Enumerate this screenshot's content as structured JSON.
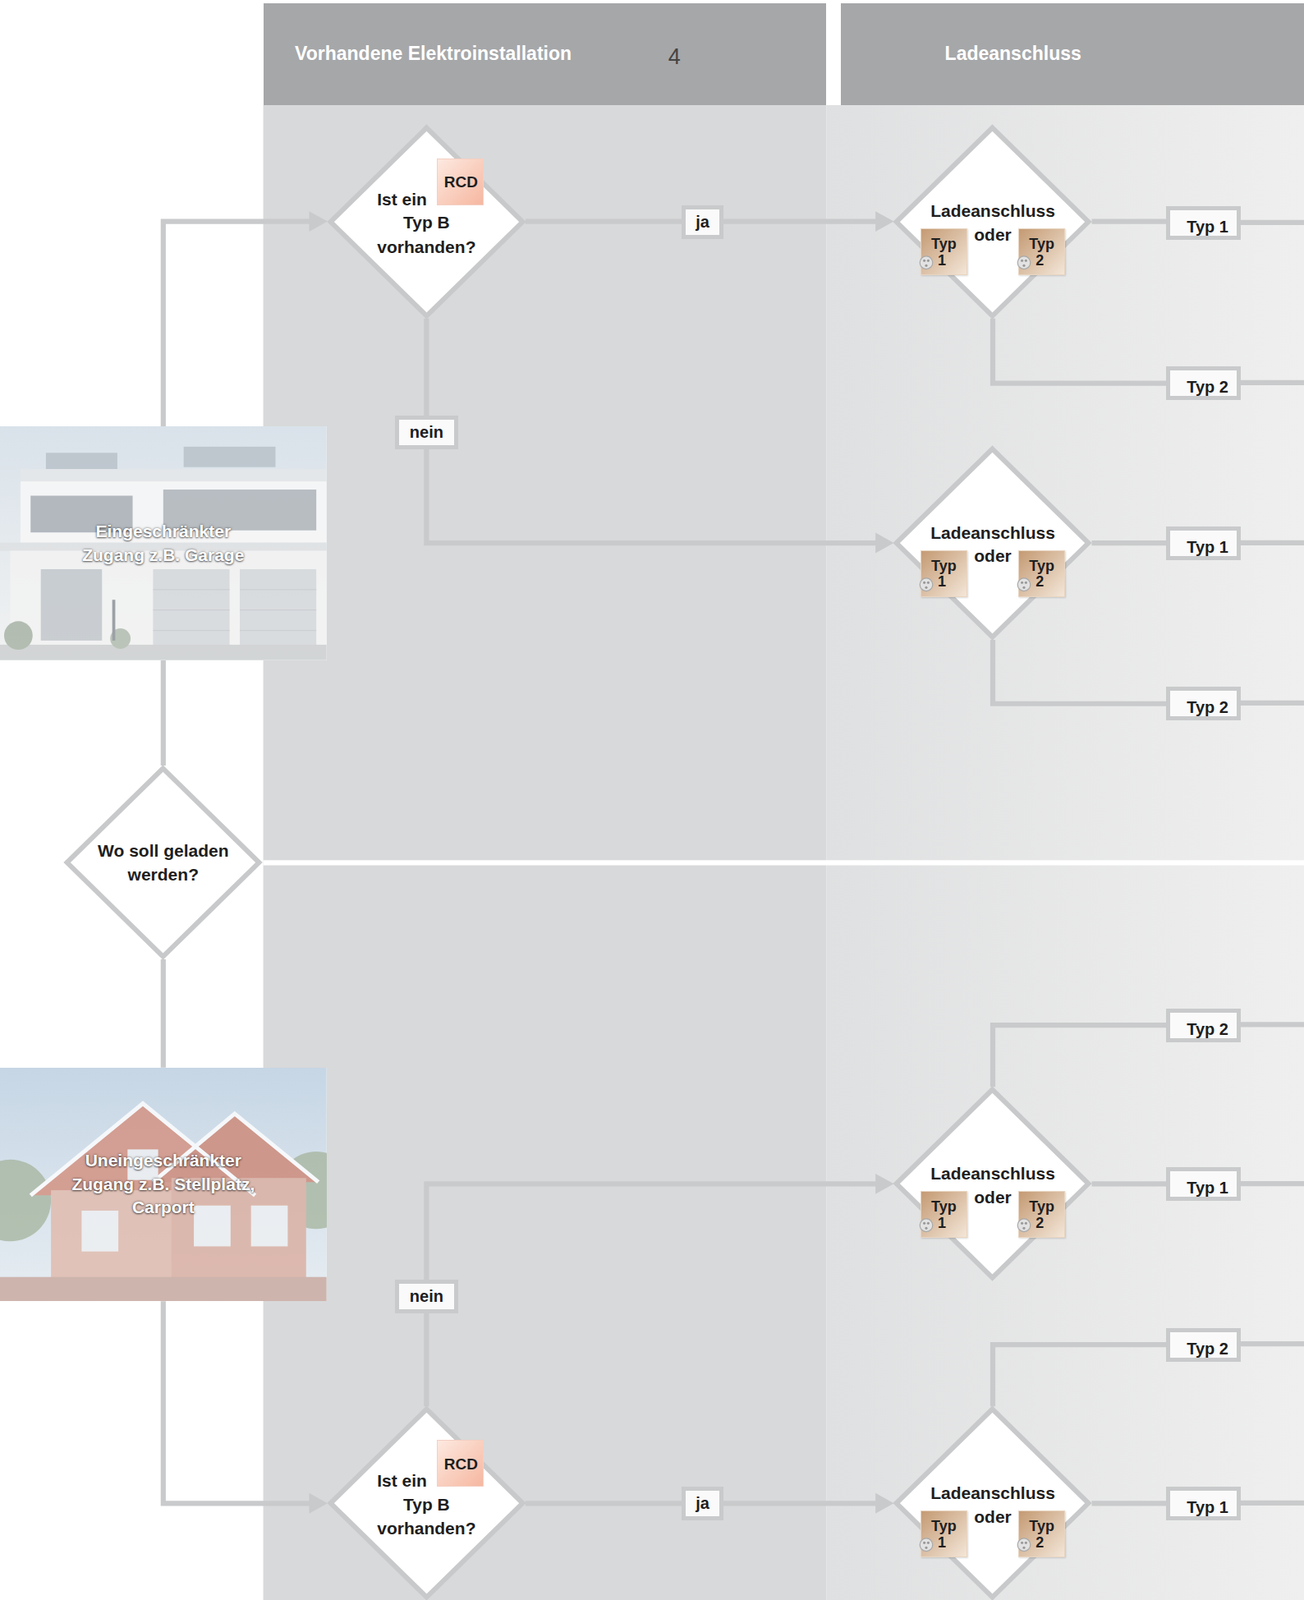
{
  "diagram": {
    "nodes": [
      {
        "text": [
          "Vorhandene Elektroinstallation"
        ]
      },
      {
        "text": [
          "Ladeanschluss"
        ]
      },
      {
        "text": [
          "Eingeschränkter Zugang z.B. Garage"
        ]
      },
      {
        "text": [
          "Ist ein",
          "Typ B vorhanden?"
        ]
      },
      {
        "text": [
          "RCD"
        ],
        "in": 3
      },
      {
        "text": [
          "Ladeanschluss",
          "oder"
        ]
      },
      {
        "text": [
          "Typ 1"
        ],
        "in": 5
      },
      {
        "text": [
          "Typ 2"
        ],
        "in": 5
      },
      {
        "text": [
          "Typ 1"
        ]
      },
      {
        "text": [
          "Typ 2"
        ]
      },
      {
        "text": [
          "Ladeanschluss",
          "oder"
        ]
      },
      {
        "text": [
          "Typ 1"
        ],
        "in": 10
      },
      {
        "text": [
          "Typ 2"
        ],
        "in": 10
      },
      {
        "text": [
          "Typ 1"
        ]
      },
      {
        "text": [
          "Typ 2"
        ]
      },
      {
        "text": [
          "Wo soll geladen werden?"
        ]
      },
      {
        "text": [
          "Uneingeschränkter Zugang z.B. Stellplatz, Carport"
        ]
      },
      {
        "text": [
          "Typ 2"
        ]
      },
      {
        "text": [
          "Ladeanschluss",
          "oder"
        ]
      },
      {
        "text": [
          "Typ 1"
        ],
        "in": 18
      },
      {
        "text": [
          "Typ 2"
        ],
        "in": 18
      },
      {
        "text": [
          "Typ 1"
        ]
      },
      {
        "text": [
          "Typ 2"
        ]
      },
      {
        "text": [
          "Ist ein",
          "Typ B vorhanden?"
        ]
      },
      {
        "text": [
          "RCD"
        ],
        "in": 23
      },
      {
        "text": [
          "Ladeanschluss",
          "oder"
        ]
      },
      {
        "text": [
          "Typ 1"
        ],
        "in": 25
      },
      {
        "text": [
          "Typ 2"
        ],
        "in": 25
      },
      {
        "text": [
          "Typ 1"
        ]
      }
    ],
    "edges": [
      {
        "from": 15,
        "to": 2,
        "arrow": "none"
      },
      {
        "from": 2,
        "to": 3,
        "arrow": "to"
      },
      {
        "from": 3,
        "to": 5,
        "label": "ja",
        "arrow": "to"
      },
      {
        "from": 3,
        "to": 10,
        "label": "nein",
        "arrow": "to"
      },
      {
        "from": 5,
        "to": 8,
        "arrow": "none"
      },
      {
        "from": 5,
        "to": 9,
        "arrow": "none"
      },
      {
        "from": 10,
        "to": 13,
        "arrow": "none"
      },
      {
        "from": 10,
        "to": 14,
        "arrow": "none"
      },
      {
        "from": 15,
        "to": 16,
        "arrow": "none"
      },
      {
        "from": 16,
        "to": 23,
        "arrow": "to"
      },
      {
        "from": 23,
        "to": 18,
        "label": "nein",
        "arrow": "to"
      },
      {
        "from": 23,
        "to": 25,
        "label": "ja",
        "arrow": "to"
      },
      {
        "from": 18,
        "to": 17,
        "arrow": "none"
      },
      {
        "from": 18,
        "to": 21,
        "arrow": "none"
      },
      {
        "from": 25,
        "to": 22,
        "arrow": "none"
      },
      {
        "from": 25,
        "to": 28,
        "arrow": "none"
      }
    ],
    "labels": [
      "4"
    ]
  }
}
